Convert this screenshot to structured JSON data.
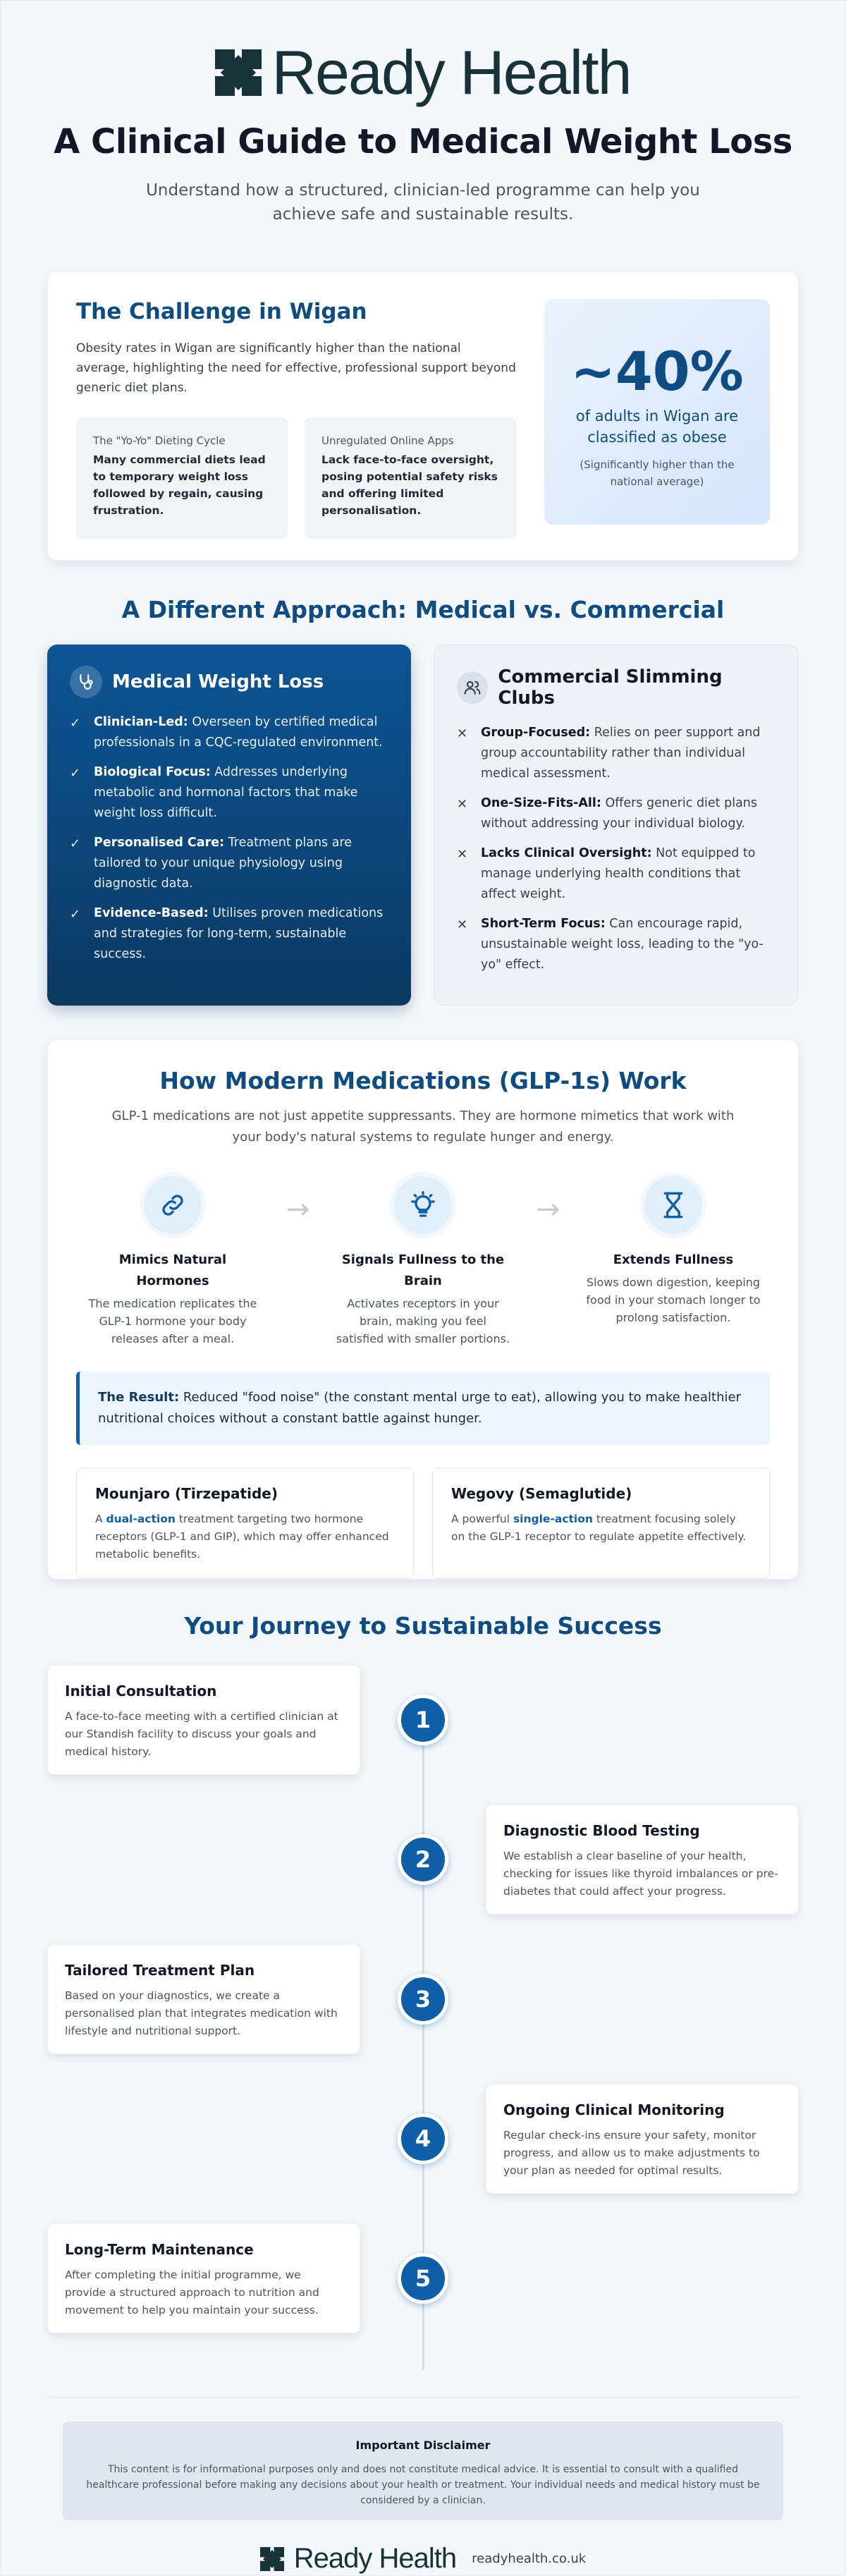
{
  "brand": {
    "name": "Ready Health",
    "url": "readyhealth.co.uk"
  },
  "header": {
    "title": "A Clinical Guide to Medical Weight Loss",
    "subtitle": "Understand how a structured, clinician-led programme can help you achieve safe and sustainable results."
  },
  "challenge": {
    "title": "The Challenge in Wigan",
    "text": "Obesity rates in Wigan are significantly higher than the national average, highlighting the need for effective, professional support beyond generic diet plans.",
    "cards": [
      {
        "label": "The \"Yo-Yo\" Dieting Cycle",
        "text": "Many commercial diets lead to temporary weight loss followed by regain, causing frustration."
      },
      {
        "label": "Unregulated Online Apps",
        "text": "Lack face-to-face oversight, posing potential safety risks and offering limited personalisation."
      }
    ],
    "stat": {
      "value": "~40%",
      "label": "of adults in Wigan are classified as obese",
      "note": "(Significantly higher than the national average)"
    }
  },
  "comparison": {
    "title": "A Different Approach: Medical vs. Commercial",
    "medical": {
      "title": "Medical Weight Loss",
      "items": [
        {
          "bold": "Clinician-Led:",
          "text": " Overseen by certified medical professionals in a CQC-regulated environment."
        },
        {
          "bold": "Biological Focus:",
          "text": " Addresses underlying metabolic and hormonal factors that make weight loss difficult."
        },
        {
          "bold": "Personalised Care:",
          "text": " Treatment plans are tailored to your unique physiology using diagnostic data."
        },
        {
          "bold": "Evidence-Based:",
          "text": " Utilises proven medications and strategies for long-term, sustainable success."
        }
      ]
    },
    "commercial": {
      "title": "Commercial Slimming Clubs",
      "items": [
        {
          "bold": "Group-Focused:",
          "text": " Relies on peer support and group accountability rather than individual medical assessment."
        },
        {
          "bold": "One-Size-Fits-All:",
          "text": " Offers generic diet plans without addressing your individual biology."
        },
        {
          "bold": "Lacks Clinical Oversight:",
          "text": " Not equipped to manage underlying health conditions that affect weight."
        },
        {
          "bold": "Short-Term Focus:",
          "text": " Can encourage rapid, unsustainable weight loss, leading to the \"yo-yo\" effect."
        }
      ]
    }
  },
  "glp": {
    "title": "How Modern Medications (GLP-1s) Work",
    "intro": "GLP-1 medications are not just appetite suppressants. They are hormone mimetics that work with your body's natural systems to regulate hunger and energy.",
    "steps": [
      {
        "title": "Mimics Natural Hormones",
        "text": "The medication replicates the GLP-1 hormone your body releases after a meal."
      },
      {
        "title": "Signals Fullness to the Brain",
        "text": "Activates receptors in your brain, making you feel satisfied with smaller portions."
      },
      {
        "title": "Extends Fullness",
        "text": "Slows down digestion, keeping food in your stomach longer to prolong satisfaction."
      }
    ],
    "result": {
      "bold": "The Result:",
      "text": " Reduced \"food noise\" (the constant mental urge to eat), allowing you to make healthier nutritional choices without a constant battle against hunger."
    },
    "drugs": [
      {
        "title": "Mounjaro (Tirzepatide)",
        "pre": "A ",
        "bold": "dual-action",
        "post": " treatment targeting two hormone receptors (GLP-1 and GIP), which may offer enhanced metabolic benefits."
      },
      {
        "title": "Wegovy (Semaglutide)",
        "pre": "A powerful ",
        "bold": "single-action",
        "post": " treatment focusing solely on the GLP-1 receptor to regulate appetite effectively."
      }
    ]
  },
  "journey": {
    "title": "Your Journey to Sustainable Success",
    "steps": [
      {
        "num": "1",
        "title": "Initial Consultation",
        "text": "A face-to-face meeting with a certified clinician at our Standish facility to discuss your goals and medical history."
      },
      {
        "num": "2",
        "title": "Diagnostic Blood Testing",
        "text": "We establish a clear baseline of your health, checking for issues like thyroid imbalances or pre-diabetes that could affect your progress."
      },
      {
        "num": "3",
        "title": "Tailored Treatment Plan",
        "text": "Based on your diagnostics, we create a personalised plan that integrates medication with lifestyle and nutritional support."
      },
      {
        "num": "4",
        "title": "Ongoing Clinical Monitoring",
        "text": "Regular check-ins ensure your safety, monitor progress, and allow us to make adjustments to your plan as needed for optimal results."
      },
      {
        "num": "5",
        "title": "Long-Term Maintenance",
        "text": "After completing the initial programme, we provide a structured approach to nutrition and movement to help you maintain your success."
      }
    ]
  },
  "disclaimer": {
    "title": "Important Disclaimer",
    "text": "This content is for informational purposes only and does not constitute medical advice. It is essential to consult with a qualified healthcare professional before making any decisions about your health or treatment. Your individual needs and medical history must be considered by a clinician."
  },
  "colors": {
    "primary": "#0f4c81",
    "accent": "#0f5fa8",
    "dark": "#18323a"
  }
}
